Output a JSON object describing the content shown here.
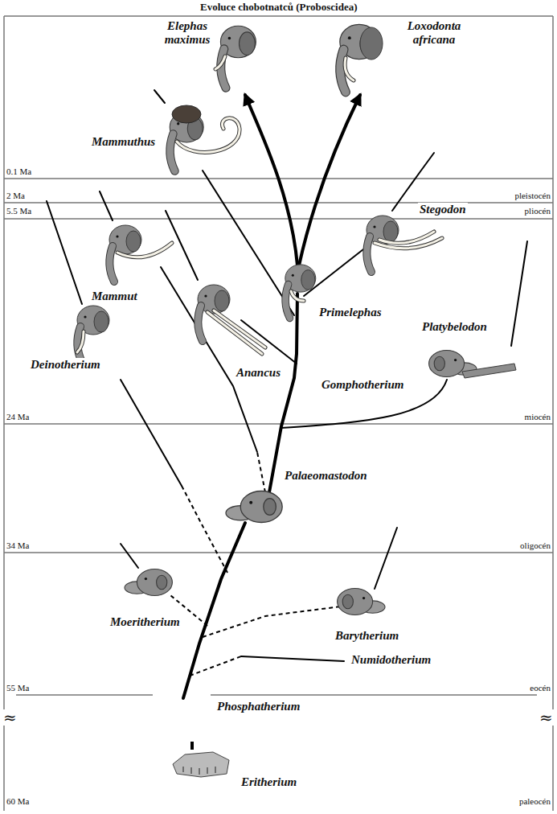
{
  "diagram": {
    "title": "Evoluce chobotnatců (Proboscidea)",
    "labels": [
      "Elephas maximus",
      "Loxodonta africana",
      "Mammuthus",
      "0.1 Ma",
      "pleistocén",
      "2 Ma",
      "pliocén",
      "5.5 Ma",
      "Stegodon",
      "Mammut",
      "Primelephas",
      "Platybelodon",
      "Deinotherium",
      "Anancus",
      "Gomphotherium",
      "24 Ma",
      "miocén",
      "Palaeomastodon",
      "34 Ma",
      "oligocén",
      "Moeritherium",
      "Barytherium",
      "Numidotherium",
      "55 Ma",
      "eocén",
      "Phosphatherium",
      "≈",
      "≈",
      "Eritherium",
      "60 Ma",
      "paleocén"
    ]
  }
}
